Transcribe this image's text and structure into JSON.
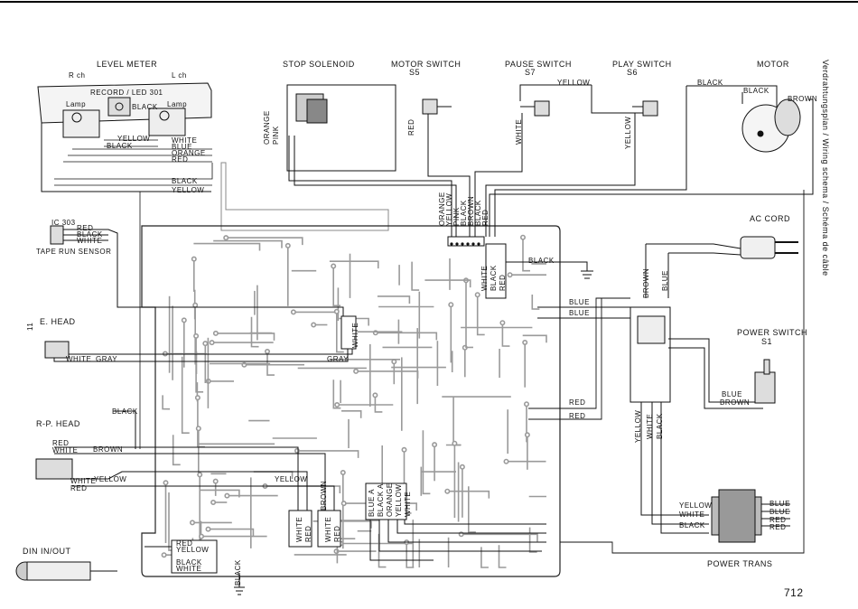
{
  "title": "Verdrahtungsplan / Wiring schema / Schéma de câble",
  "page_number": "712",
  "side_page_number": "11",
  "components": {
    "level_meter": {
      "title": "LEVEL METER",
      "r_ch": "R ch",
      "l_ch": "L ch",
      "record_led": "RECORD / LED 301",
      "lamp_left": "Lamp",
      "lamp_right": "Lamp"
    },
    "stop_solenoid": "STOP SOLENOID",
    "motor_switch": {
      "name": "MOTOR SWITCH",
      "ref": "S5"
    },
    "pause_switch": {
      "name": "PAUSE SWITCH",
      "ref": "S7"
    },
    "play_switch": {
      "name": "PLAY SWITCH",
      "ref": "S6"
    },
    "motor": "MOTOR",
    "ac_cord": "AC CORD",
    "power_switch": {
      "name": "POWER SWITCH",
      "ref": "S1"
    },
    "power_trans": "POWER TRANS",
    "ic303": "IC 303",
    "tape_run_sensor": "TAPE RUN SENSOR",
    "e_head": "E. HEAD",
    "rp_head": "R-P. HEAD",
    "din": "DIN IN/OUT"
  },
  "wires": {
    "black": "BLACK",
    "white": "WHITE",
    "red": "RED",
    "yellow": "YELLOW",
    "blue": "BLUE",
    "orange": "ORANGE",
    "pink": "PINK",
    "brown": "BROWN",
    "gray": "GRAY",
    "black_a": "BLACK A",
    "blue_a": "BLUE A"
  },
  "colors": {
    "ink": "#1a1a1a",
    "pcb": "#9a9a9a",
    "paper": "#ffffff"
  }
}
